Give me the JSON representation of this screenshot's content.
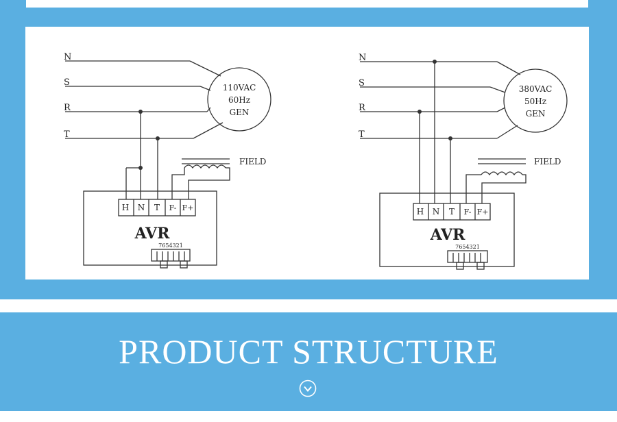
{
  "section": {
    "title": "PRODUCT STRUCTURE"
  },
  "colors": {
    "band": "#5aafe1",
    "panel": "#ffffff",
    "line": "#333333"
  },
  "icons": {
    "scroll": "chevron-down-circle-icon"
  },
  "diagrams": [
    {
      "lines": [
        "N",
        "S",
        "R",
        "T"
      ],
      "generator": [
        "110VAC",
        "60Hz",
        "GEN"
      ],
      "field_label": "FIELD",
      "avr_label": "AVR",
      "terminals": [
        "H",
        "N",
        "T",
        "F-",
        "F+"
      ],
      "connector_pins": "7654321"
    },
    {
      "lines": [
        "N",
        "S",
        "R",
        "T"
      ],
      "generator": [
        "380VAC",
        "50Hz",
        "GEN"
      ],
      "field_label": "FIELD",
      "avr_label": "AVR",
      "terminals": [
        "H",
        "N",
        "T",
        "F-",
        "F+"
      ],
      "connector_pins": "7654321"
    }
  ]
}
